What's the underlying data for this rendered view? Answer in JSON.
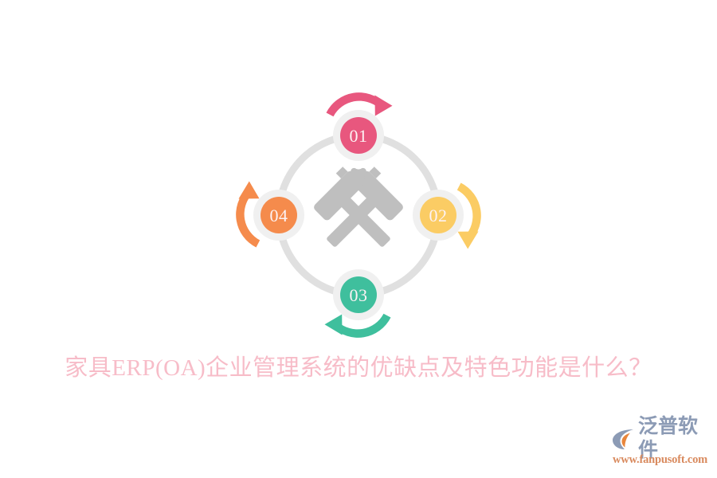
{
  "page": {
    "background_color": "#ffffff",
    "title": "家具ERP(OA)企业管理系统的优缺点及特色功能是什么？",
    "title_color": "#f7bcc8"
  },
  "diagram": {
    "type": "cycle-diagram",
    "center_icon": "crossed-hammers-icon",
    "center_icon_color": "#bfbfbf",
    "ring_color": "#e0e0e0",
    "halo_color": "#f0f0f0",
    "nodes": [
      {
        "id": "01",
        "label": "01",
        "position": "top",
        "color": "#e8577e",
        "arrow_icon": "curved-arrow-right-icon"
      },
      {
        "id": "02",
        "label": "02",
        "position": "right",
        "color": "#fbcc64",
        "arrow_icon": "curved-arrow-down-icon"
      },
      {
        "id": "03",
        "label": "03",
        "position": "bottom",
        "color": "#3fbf9d",
        "arrow_icon": "curved-arrow-left-icon"
      },
      {
        "id": "04",
        "label": "04",
        "position": "left",
        "color": "#f58b4c",
        "arrow_icon": "curved-arrow-up-icon"
      }
    ]
  },
  "logo": {
    "mark_icon": "fanpu-logo-icon",
    "mark_color": "#8c9bb5",
    "mark_accent_color": "#e8863c",
    "brand": "泛普软件",
    "brand_color": "#8c9bb5",
    "url": "www.fanpusoft.com",
    "url_color": "#d98a5e"
  }
}
